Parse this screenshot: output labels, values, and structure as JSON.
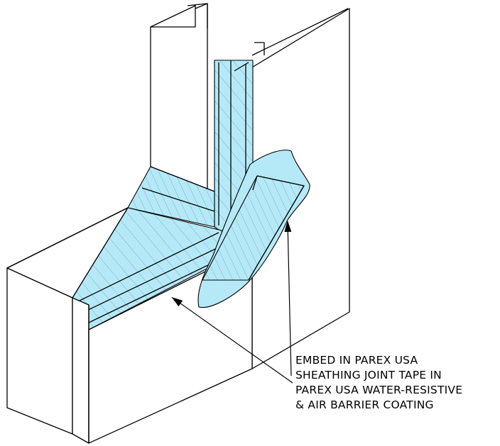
{
  "callout": {
    "lines": [
      "EMBED IN PAREX USA",
      "SHEATHING JOINT TAPE IN",
      "PAREX USA WATER-RESISTIVE",
      "& AIR BARRIER COATING"
    ]
  },
  "colors": {
    "coating": "#b6e9f8",
    "hatch": "#1f6f86",
    "linework": "#000000"
  }
}
